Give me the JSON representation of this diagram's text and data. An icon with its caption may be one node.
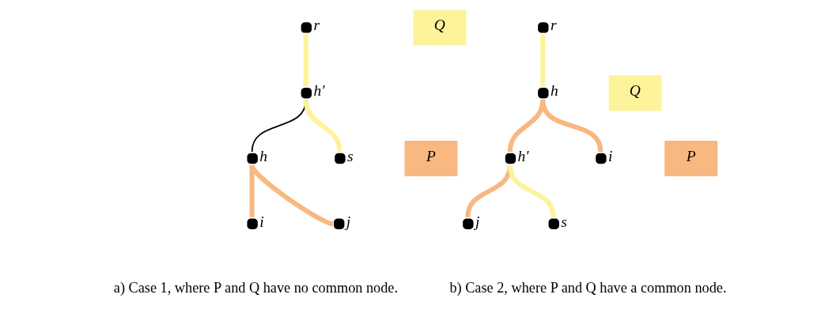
{
  "diagram": {
    "nodes": [
      {
        "text": [],
        "shape": "circle",
        "beside": [
          "r"
        ]
      },
      {
        "text": [],
        "shape": "circle",
        "beside": [
          "h′"
        ]
      },
      {
        "text": [],
        "shape": "circle",
        "beside": [
          "h"
        ]
      },
      {
        "text": [],
        "shape": "circle",
        "beside": [
          "i"
        ]
      },
      {
        "text": [],
        "shape": "circle",
        "beside": [
          "j"
        ]
      },
      {
        "text": [],
        "shape": "circle",
        "beside": [
          "s"
        ]
      },
      {
        "text": [
          "P"
        ]
      },
      {
        "text": [
          "Q"
        ]
      },
      {
        "text": [],
        "shape": "circle",
        "beside": [
          "r"
        ]
      },
      {
        "text": [],
        "shape": "circle",
        "beside": [
          "h"
        ]
      },
      {
        "text": [],
        "shape": "circle",
        "beside": [
          "h′"
        ]
      },
      {
        "text": [],
        "shape": "circle",
        "beside": [
          "i"
        ]
      },
      {
        "text": [],
        "shape": "circle",
        "beside": [
          "j"
        ]
      },
      {
        "text": [],
        "shape": "circle",
        "beside": [
          "s"
        ]
      },
      {
        "text": [
          "P"
        ]
      },
      {
        "text": [
          "Q"
        ]
      }
    ],
    "edges": [
      {
        "from": 0,
        "to": 1,
        "arrow": "none",
        "color": "#fdf39a"
      },
      {
        "from": 1,
        "to": 2,
        "arrow": "none",
        "color": "#000000"
      },
      {
        "from": 2,
        "to": 3,
        "arrow": "none",
        "color": "#f8b880"
      },
      {
        "from": 2,
        "to": 4,
        "arrow": "none",
        "color": "#f8b880"
      },
      {
        "from": 1,
        "to": 5,
        "arrow": "none",
        "color": "#fdf39a"
      },
      {
        "from": 8,
        "to": 9,
        "arrow": "none",
        "color": "#fdf39a"
      },
      {
        "from": 9,
        "to": 11,
        "arrow": "none",
        "color": "#f8b880"
      },
      {
        "from": 9,
        "to": 10,
        "arrow": "none",
        "color": "#f8b880"
      },
      {
        "from": 10,
        "to": 12,
        "arrow": "none",
        "color": "#f8b880"
      },
      {
        "from": 10,
        "to": 13,
        "arrow": "none",
        "color": "#fdf39a"
      }
    ],
    "labels": [
      "a) Case 1, where P and Q have no common node.",
      "b) Case 2, where P and Q have a common node."
    ]
  }
}
